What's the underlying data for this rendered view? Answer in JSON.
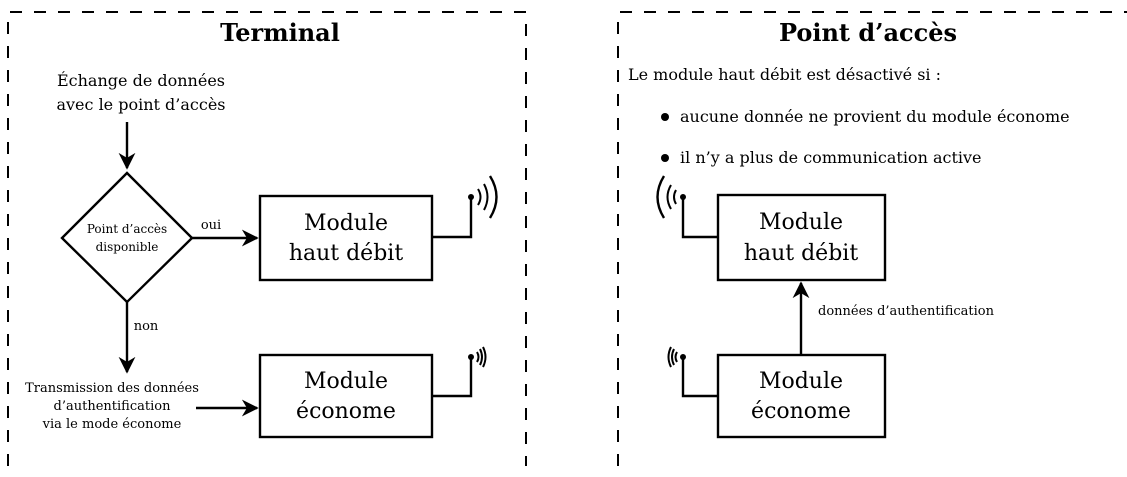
{
  "terminal": {
    "title": "Terminal",
    "start_line1": "Échange de données",
    "start_line2": "avec le point d’accès",
    "decision_line1": "Point d’accès",
    "decision_line2": "disponible",
    "yes_label": "oui",
    "no_label": "non",
    "transmit_line1": "Transmission des données",
    "transmit_line2": "d’authentification",
    "transmit_line3": "via le mode économe",
    "module_hd_line1": "Module",
    "module_hd_line2": "haut débit",
    "module_eco_line1": "Module",
    "module_eco_line2": "économe"
  },
  "access_point": {
    "title": "Point d’accès",
    "intro": "Le module haut débit est désactivé si :",
    "bullets": [
      "aucune donnée ne provient du module économe",
      "il n’y a plus de communication active"
    ],
    "module_hd_line1": "Module",
    "module_hd_line2": "haut débit",
    "module_eco_line1": "Module",
    "module_eco_line2": "économe",
    "arrow_label": "données d’authentification"
  }
}
